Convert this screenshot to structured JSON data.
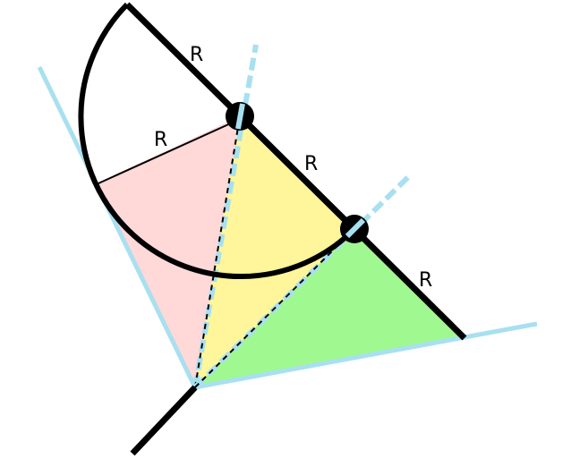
{
  "labels": {
    "r_top": "R",
    "r_radius": "R",
    "r_middle": "R",
    "r_bottom": "R"
  },
  "colors": {
    "pink": "#ffd8d8",
    "yellow": "#fff59a",
    "green": "#a0f890",
    "light_blue": "#a8e0f0",
    "black": "#000000"
  }
}
